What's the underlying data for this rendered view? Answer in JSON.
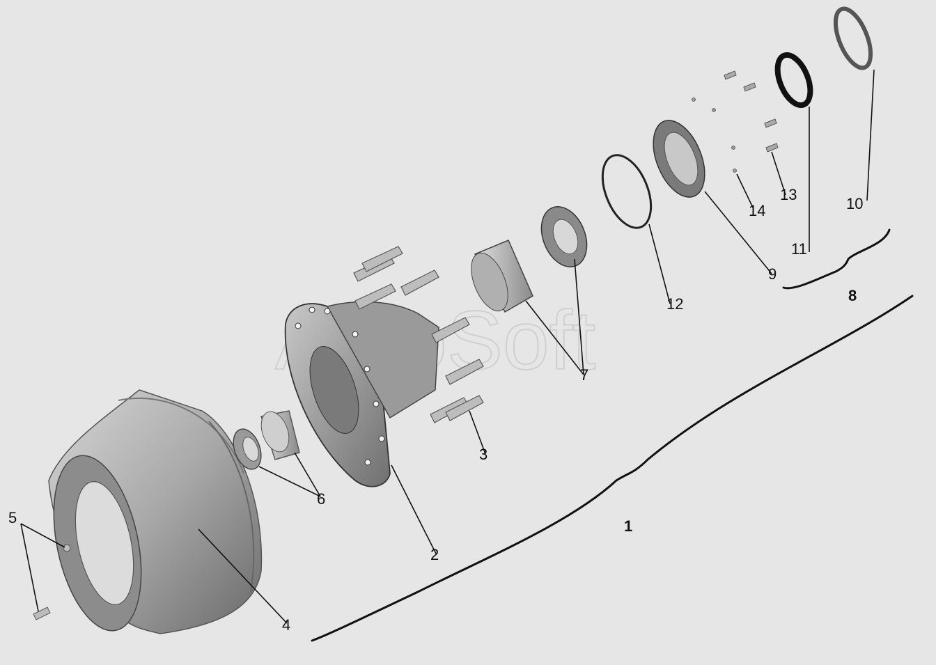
{
  "watermark": "AutoSoft",
  "callouts": {
    "c1": "1",
    "c2": "2",
    "c3": "3",
    "c4": "4",
    "c5": "5",
    "c6": "6",
    "c7": "7",
    "c8": "8",
    "c9": "9",
    "c10": "10",
    "c11": "11",
    "c12": "12",
    "c13": "13",
    "c14": "14"
  },
  "colors": {
    "background": "#e6e6e6",
    "part_light": "#c9c9c9",
    "part_mid": "#9a9a9a",
    "part_dark": "#555555",
    "ink": "#111111"
  }
}
